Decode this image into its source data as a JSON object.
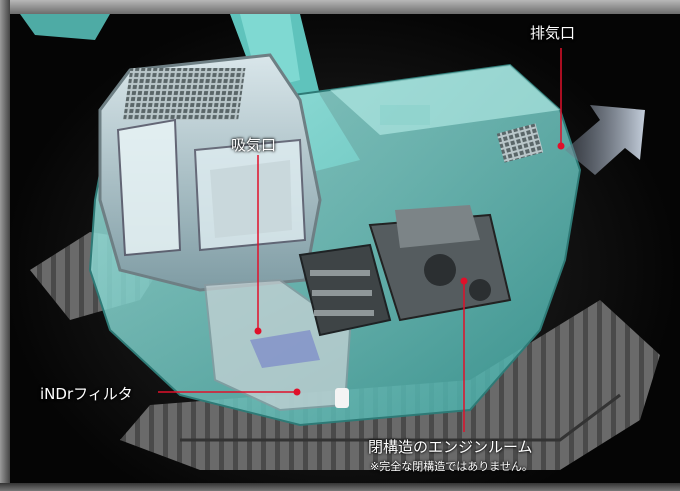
{
  "labels": {
    "exhaust": "排気口",
    "intake": "吸気口",
    "filter": "iNDrフィルタ",
    "engine_room": "閉構造のエンジンルーム",
    "engine_note": "※完全な閉構造ではありません。"
  },
  "colors": {
    "leader_line": "#e0102a",
    "body_translucent": "#6fd6cf",
    "arrow": "#a8b4c4",
    "track": "#5a5a5a"
  }
}
